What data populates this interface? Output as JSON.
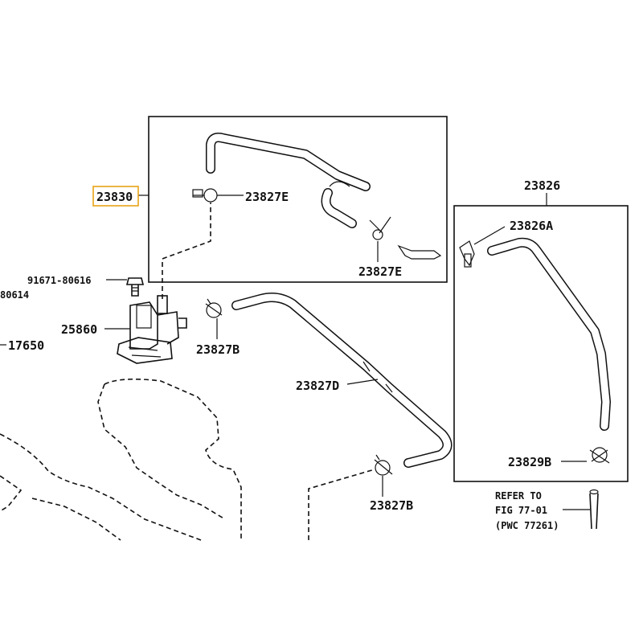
{
  "diagram": {
    "labels": {
      "p23830": "23830",
      "p23827E_top": "23827E",
      "p23827E_bottom": "23827E",
      "p23826": "23826",
      "p23826A": "23826A",
      "p91671": "91671-80616",
      "p80614": "80614",
      "p25860": "25860",
      "p17650": "17650",
      "p23827B_upper": "23827B",
      "p23827D": "23827D",
      "p23827B_lower": "23827B",
      "p23829B": "23829B"
    },
    "refer_note": {
      "line1": "REFER TO",
      "line2": "FIG 77-01",
      "line3": "(PWC 77261)"
    },
    "highlight_color": "#e8a317"
  }
}
